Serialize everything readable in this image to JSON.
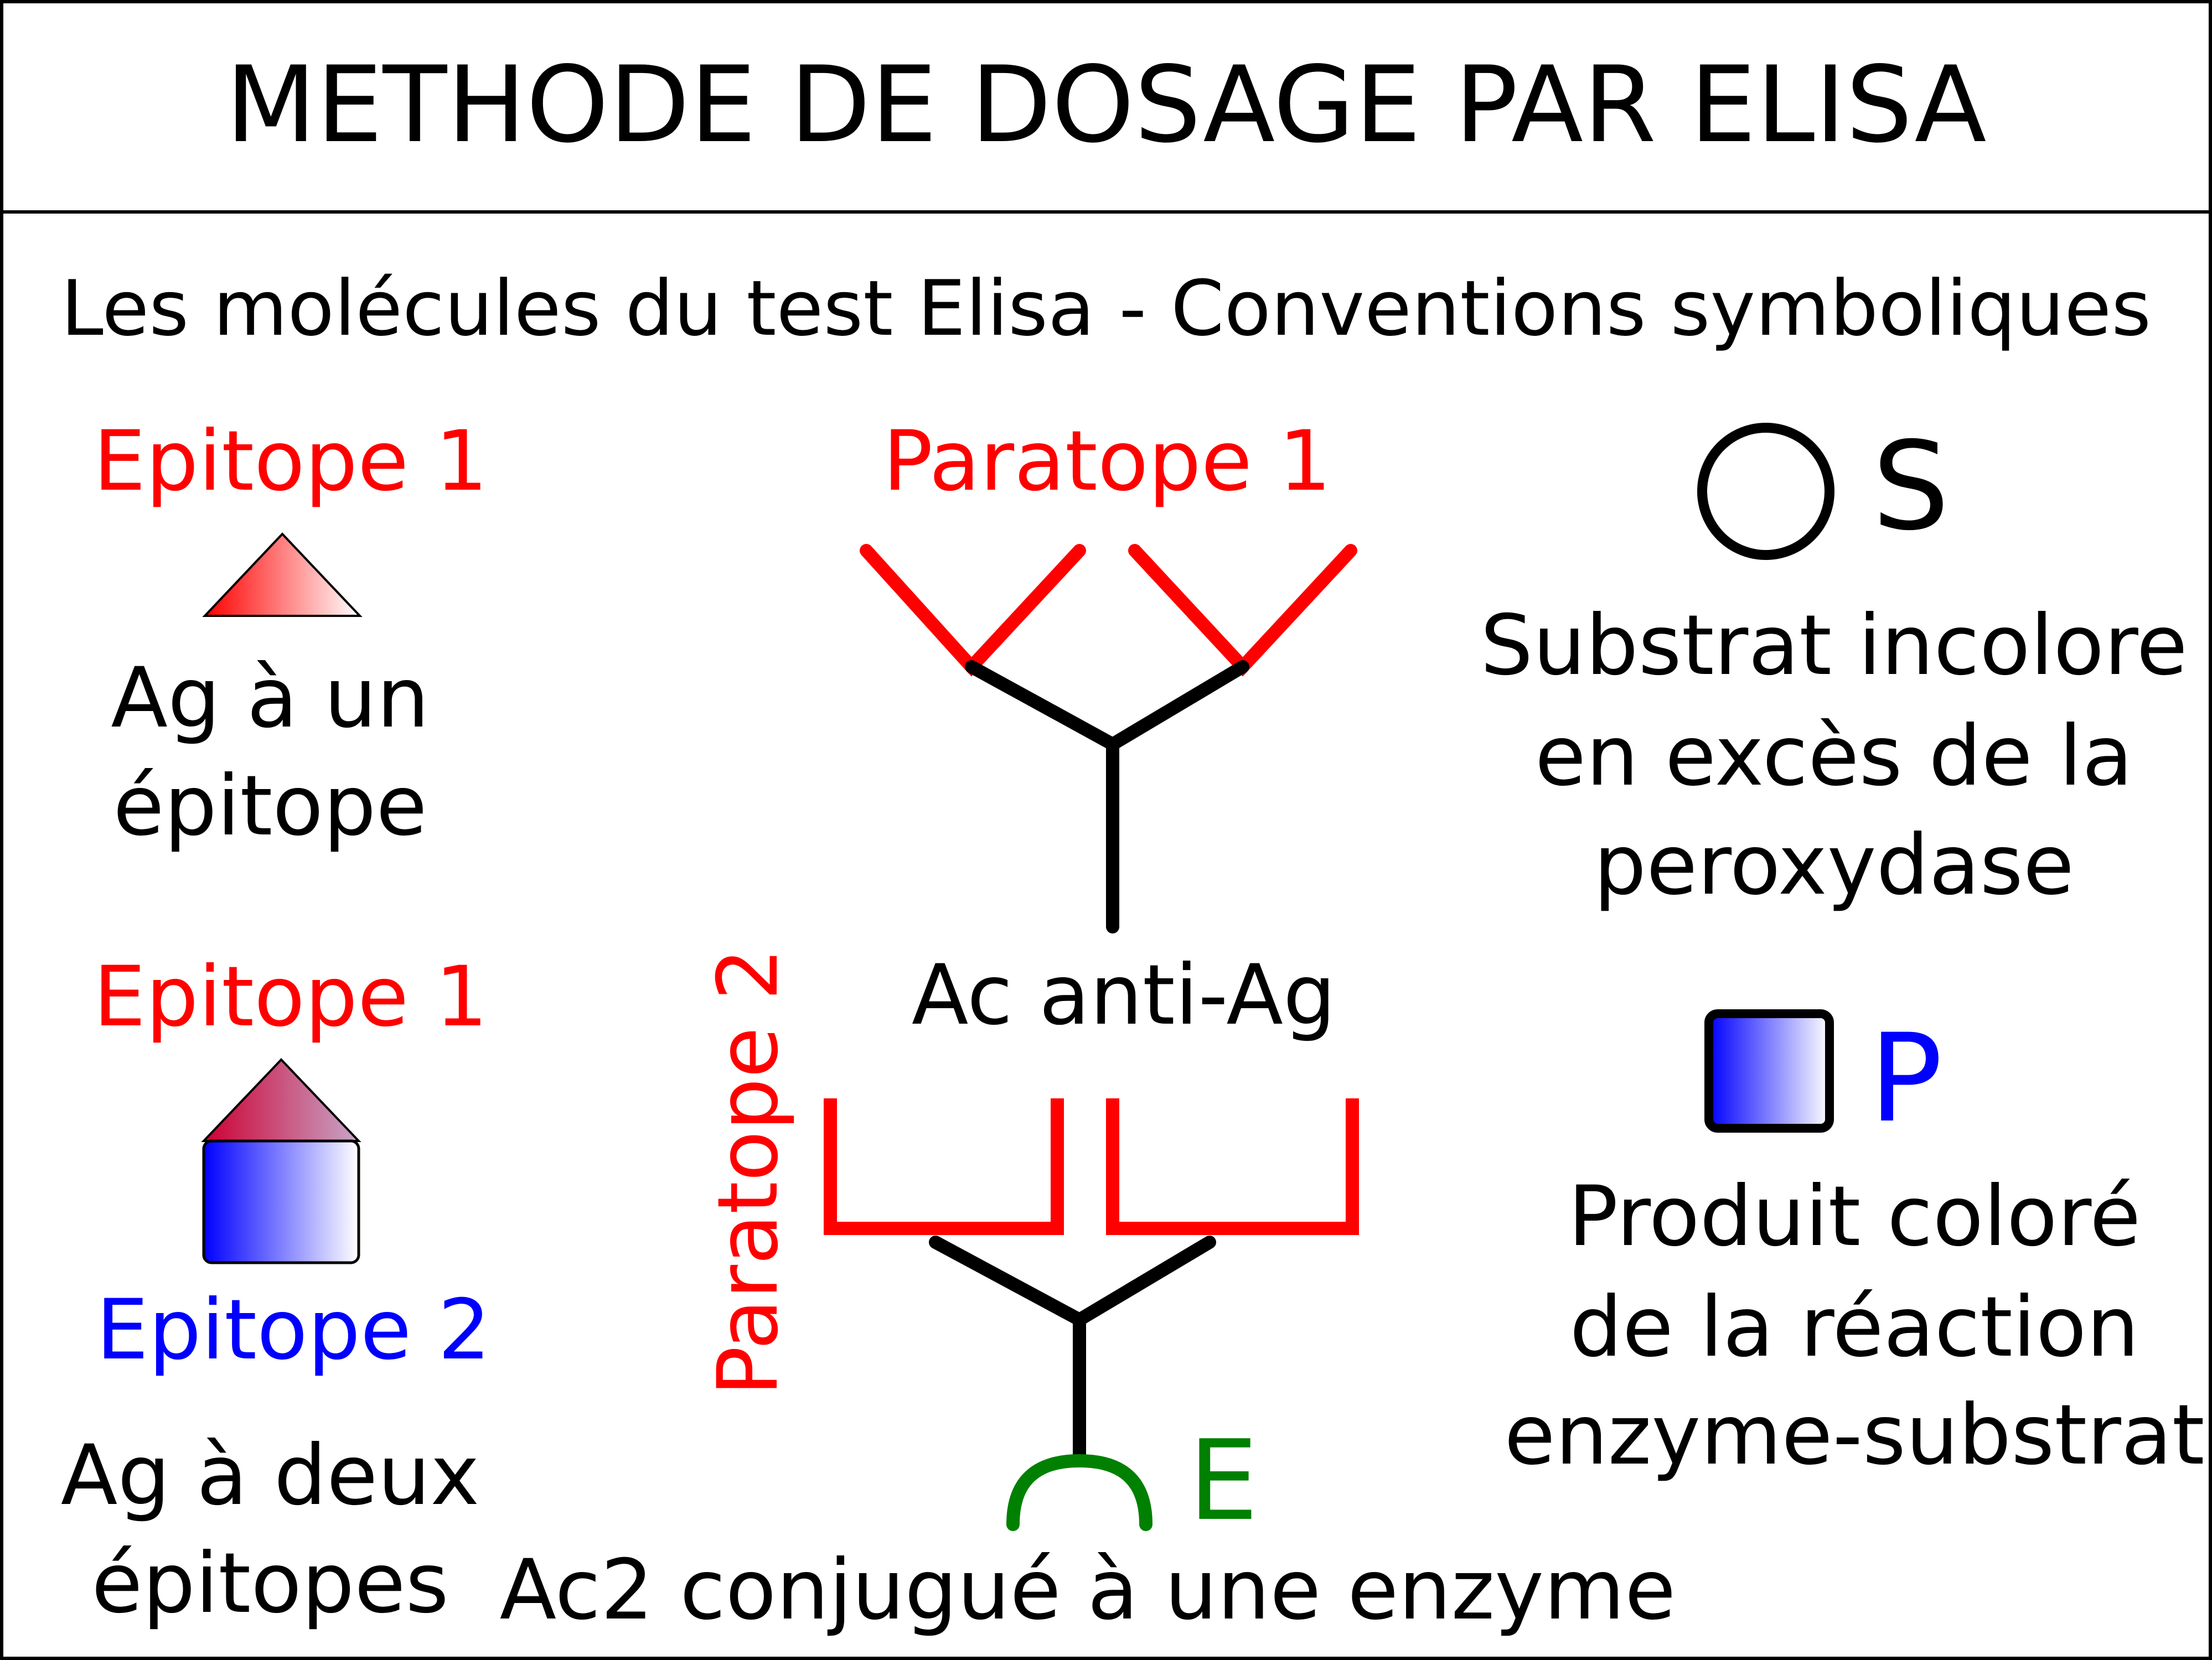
{
  "title": "METHODE DE DOSAGE PAR ELISA",
  "subtitle": "Les molécules du test Elisa - Conventions symboliques",
  "antigen_one": {
    "epitope_label": "Epitope 1",
    "caption_line1": "Ag à un",
    "caption_line2": "épitope"
  },
  "antigen_two": {
    "epitope1_label": "Epitope 1",
    "epitope2_label": "Epitope 2",
    "caption_line1": "Ag à deux",
    "caption_line2": "épitopes"
  },
  "antibody": {
    "paratope_label": "Paratope 1",
    "caption": "Ac anti-Ag"
  },
  "conjugate": {
    "paratope_label": "Paratope 2",
    "enzyme_symbol": "E",
    "caption": "Ac2 conjugué à une enzyme"
  },
  "substrate": {
    "symbol": "S",
    "caption_line1": "Substrat incolore",
    "caption_line2": "en excès de la",
    "caption_line3": "peroxydase"
  },
  "product": {
    "symbol": "P",
    "caption_line1": "Produit coloré",
    "caption_line2": "de la réaction",
    "caption_line3": "enzyme-substrat"
  },
  "colors": {
    "red": "#ff0000",
    "blue": "#0000ff",
    "green": "#008000",
    "black": "#000000"
  }
}
